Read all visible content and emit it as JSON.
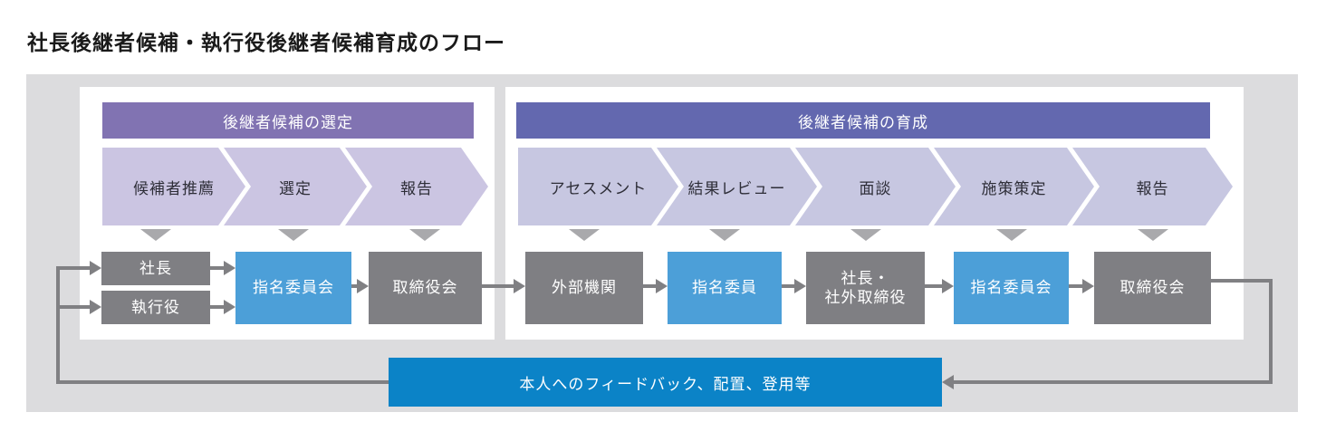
{
  "title": "社長後継者候補・執行役後継者候補育成のフロー",
  "selection_panel": {
    "header": "後継者候補の選定",
    "steps": [
      "候補者推薦",
      "選定",
      "報告"
    ],
    "actors": [
      {
        "label": "社長",
        "type": "gray"
      },
      {
        "label": "執行役",
        "type": "gray"
      },
      {
        "label": "指名委員会",
        "type": "blue"
      },
      {
        "label": "取締役会",
        "type": "gray"
      }
    ]
  },
  "development_panel": {
    "header": "後継者候補の育成",
    "steps": [
      "アセスメント",
      "結果レビュー",
      "面談",
      "施策策定",
      "報告"
    ],
    "actors": [
      {
        "label": "外部機関",
        "type": "gray"
      },
      {
        "label": "指名委員",
        "type": "blue"
      },
      {
        "label": "社長・\n社外取締役",
        "type": "gray"
      },
      {
        "label": "指名委員会",
        "type": "blue"
      },
      {
        "label": "取締役会",
        "type": "gray"
      }
    ]
  },
  "feedback_bar": {
    "label": "本人へのフィードバック、配置、登用等"
  },
  "icons": {
    "down-triangle-icon": "css-triangle-down",
    "flow-arrow-icon": "css-triangle-right"
  },
  "colors": {
    "page_background": "#ffffff",
    "stage_background": "#dcdcde",
    "panel_background": "#ffffff",
    "selection_header": "#8173b2",
    "development_header": "#6368af",
    "selection_chevron": "#cbc5e2",
    "development_chevron": "#c7c7e1",
    "gray_box": "#7f7f83",
    "blue_box": "#4c9fd8",
    "feedback_bar": "#0b83c7",
    "flow_line": "#808083",
    "marker_gray": "#a9a9ac",
    "title_text": "#1a1a1a"
  }
}
